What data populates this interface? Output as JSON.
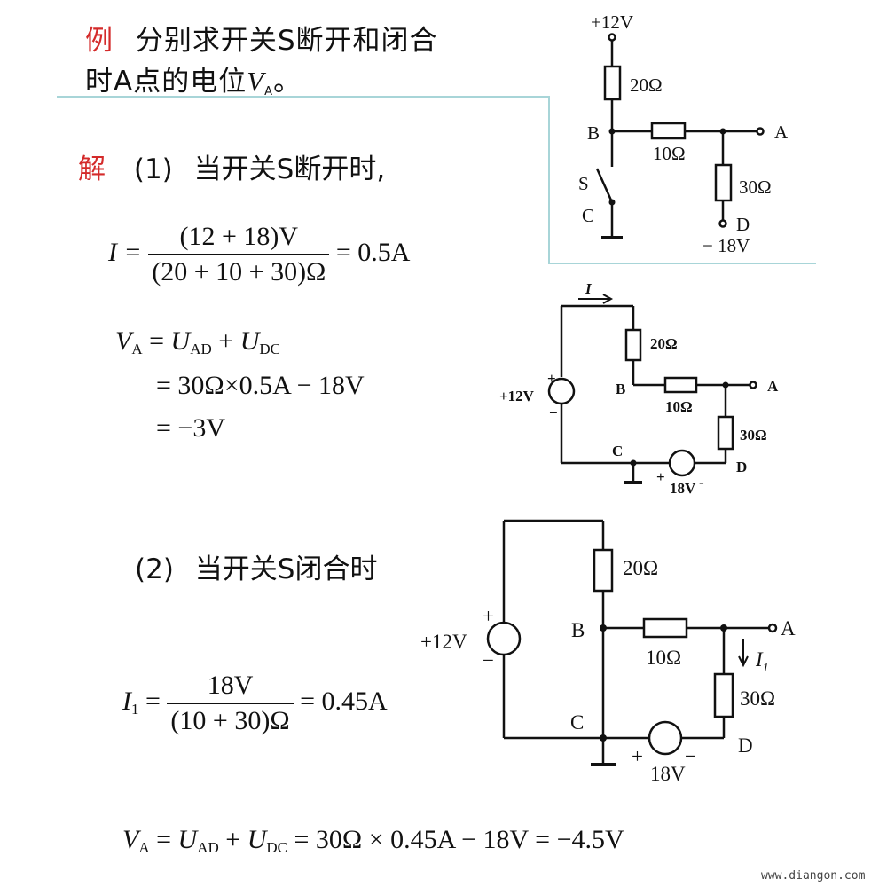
{
  "problem": {
    "tag": "例",
    "line1": "分别求开关S断开和闭合",
    "line2_prefix": "时A点的电位",
    "line2_var": "V",
    "line2_sub": "A",
    "line2_suffix": "。"
  },
  "solution": {
    "tag": "解",
    "case1_label": "(1)",
    "case1_text": "当开关S断开时,",
    "eq1": {
      "lhs": "I =",
      "num": "(12 + 18)V",
      "den": "(20 + 10 + 30)Ω",
      "rhs": "= 0.5A"
    },
    "va1": {
      "v": "V",
      "v_sub": "A",
      "eq": " = ",
      "u1": "U",
      "u1_sub": "AD",
      "plus": " + ",
      "u2": "U",
      "u2_sub": "DC",
      "line2": "= 30Ω×0.5A − 18V",
      "line3": "= −3V"
    },
    "case2_label": "(2)",
    "case2_text": "当开关S闭合时",
    "eq2": {
      "i": "I",
      "i_sub": "1",
      "eq": " = ",
      "num": "18V",
      "den": "(10 + 30)Ω",
      "rhs": "= 0.45A"
    },
    "va2": {
      "v": "V",
      "v_sub": "A",
      "eq": " = ",
      "u1": "U",
      "u1_sub": "AD",
      "plus": " + ",
      "u2": "U",
      "u2_sub": "DC",
      "rest": " = 30Ω × 0.45A − 18V = −4.5V"
    }
  },
  "circuit1": {
    "vplus": "+12V",
    "r1": "20Ω",
    "node_b": "B",
    "r2": "10Ω",
    "node_a": "A",
    "switch": "S",
    "node_c": "C",
    "r3": "30Ω",
    "node_d": "D",
    "vminus": "− 18V"
  },
  "circuit2": {
    "current": "I",
    "r1": "20Ω",
    "source": "+12V",
    "plus": "+",
    "minus": "−",
    "node_b": "B",
    "r2": "10Ω",
    "node_a": "A",
    "r3": "30Ω",
    "node_c": "C",
    "node_d": "D",
    "src2": "18V",
    "src2_plus": "+",
    "src2_minus": "-"
  },
  "circuit3": {
    "r1": "20Ω",
    "source": "+12V",
    "plus": "+",
    "minus": "−",
    "node_b": "B",
    "r2": "10Ω",
    "node_a": "A",
    "current": "I",
    "current_sub": "1",
    "r3": "30Ω",
    "node_c": "C",
    "node_d": "D",
    "src2": "18V",
    "src2_plus": "+",
    "src2_minus": "−"
  },
  "watermark": "www.diangon.com",
  "colors": {
    "accent_red": "#d42a2a",
    "divider": "#a8d5d8",
    "ink": "#111111"
  }
}
